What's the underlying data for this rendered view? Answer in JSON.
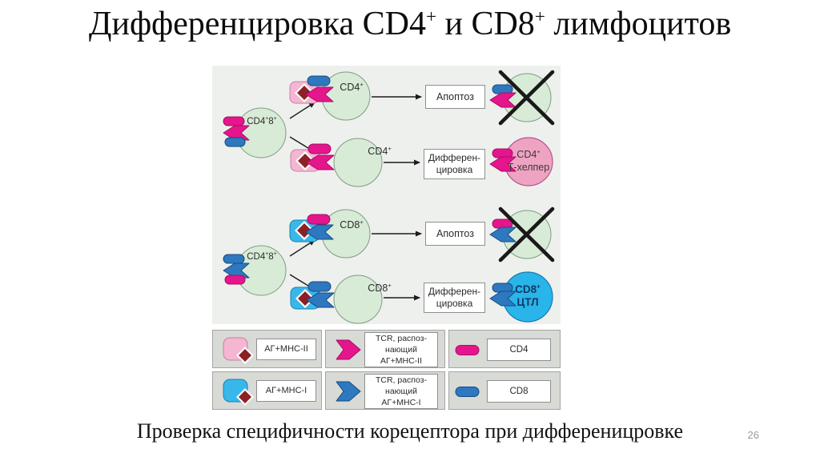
{
  "title": {
    "t1": "Дифференцировка CD4",
    "s1": "+",
    "t2": " и CD8",
    "s2": "+",
    "t3": " лимфоцитов"
  },
  "caption": "Проверка специфичности корецептора при дифференицровке",
  "page_number": "26",
  "diagram": {
    "groups": [
      {
        "dp_label": {
          "p1": "CD4",
          "s1": "+",
          "p2": "8",
          "s2": "+"
        },
        "branch_top_label": {
          "p1": "CD4",
          "s1": "+"
        },
        "branch_bottom_label": {
          "p1": "CD4",
          "s1": "+"
        },
        "apoptosis_label": "Апоптоз",
        "diff_label_line1": "Дифферен-",
        "diff_label_line2": "цировка",
        "result_label_line1": {
          "p1": "CD4",
          "s1": "+"
        },
        "result_label_line2": "Т-хелпер"
      },
      {
        "dp_label": {
          "p1": "CD4",
          "s1": "+",
          "p2": "8",
          "s2": "+"
        },
        "branch_top_label": {
          "p1": "CD8",
          "s1": "+"
        },
        "branch_bottom_label": {
          "p1": "CD8",
          "s1": "+"
        },
        "apoptosis_label": "Апоптоз",
        "diff_label_line1": "Дифферен-",
        "diff_label_line2": "цировка",
        "result_label_line1": {
          "p1": "CD8",
          "s1": "+"
        },
        "result_label_line2": "ЦТЛ"
      }
    ]
  },
  "legend": {
    "rows": [
      {
        "mhc_label": "АГ+МНС-II",
        "tcr_line1": "TCR, распоз-",
        "tcr_line2": "нающий",
        "tcr_line3": "АГ+МНС-II",
        "cd_label": "CD4"
      },
      {
        "mhc_label": "АГ+МНС-I",
        "tcr_line1": "TCR, распоз-",
        "tcr_line2": "нающий",
        "tcr_line3": "АГ+МНС-I",
        "cd_label": "CD8"
      }
    ]
  },
  "colors": {
    "magenta": "#e5158c",
    "magenta-dark": "#a50f68",
    "blue": "#2e78c0",
    "blue-dark": "#164a80",
    "mhc2-pink": "#f4b6d0",
    "mhc2-pink-dark": "#c77fa9",
    "mhc1-blue": "#38b7ea",
    "mhc1-blue-dark": "#1b81b0",
    "antigen-red": "#8c2024",
    "cell-green": "#d8ebd7",
    "cell-green-dark": "#7d9c80",
    "cell-pink": "#efa3c2",
    "cell-pink-dark": "#b1578d",
    "cell-blue": "#29b5e9",
    "cell-blue-dark": "#157ab2",
    "panel-bg": "#eef0ed",
    "legend-bg": "#d8dad6",
    "legend-border": "#a3a6a3",
    "box-border": "#8f8f8f",
    "ink": "#1c1c1c",
    "ctl-text": "#123a66",
    "page-num": "#9a9a9a"
  }
}
